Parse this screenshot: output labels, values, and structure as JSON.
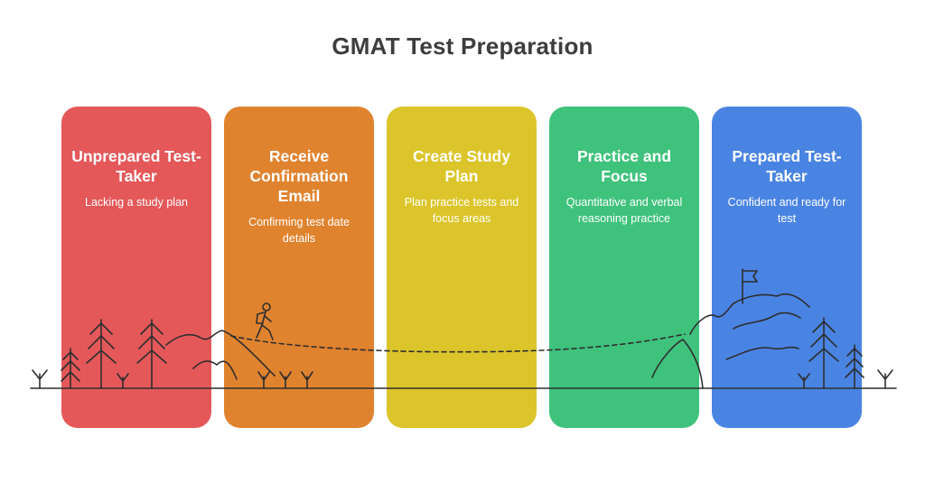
{
  "title": "GMAT Test Preparation",
  "stages": [
    {
      "heading": "Unprepared Test-Taker",
      "description": "Lacking a study plan",
      "color": "#e4585a"
    },
    {
      "heading": "Receive Confirmation Email",
      "description": "Confirming test date details",
      "color": "#e0832f"
    },
    {
      "heading": "Create Study Plan",
      "description": "Plan practice tests and focus areas",
      "color": "#dcc52b"
    },
    {
      "heading": "Practice and Focus",
      "description": "Quantitative and verbal reasoning practice",
      "color": "#3fc27c"
    },
    {
      "heading": "Prepared Test-Taker",
      "description": "Confident and ready for test",
      "color": "#4a84e3"
    }
  ],
  "illustration": {
    "icons": [
      "pine-tree-icon",
      "hill-icon",
      "hiker-icon",
      "dashed-path",
      "flag-icon",
      "grass-icon"
    ]
  }
}
